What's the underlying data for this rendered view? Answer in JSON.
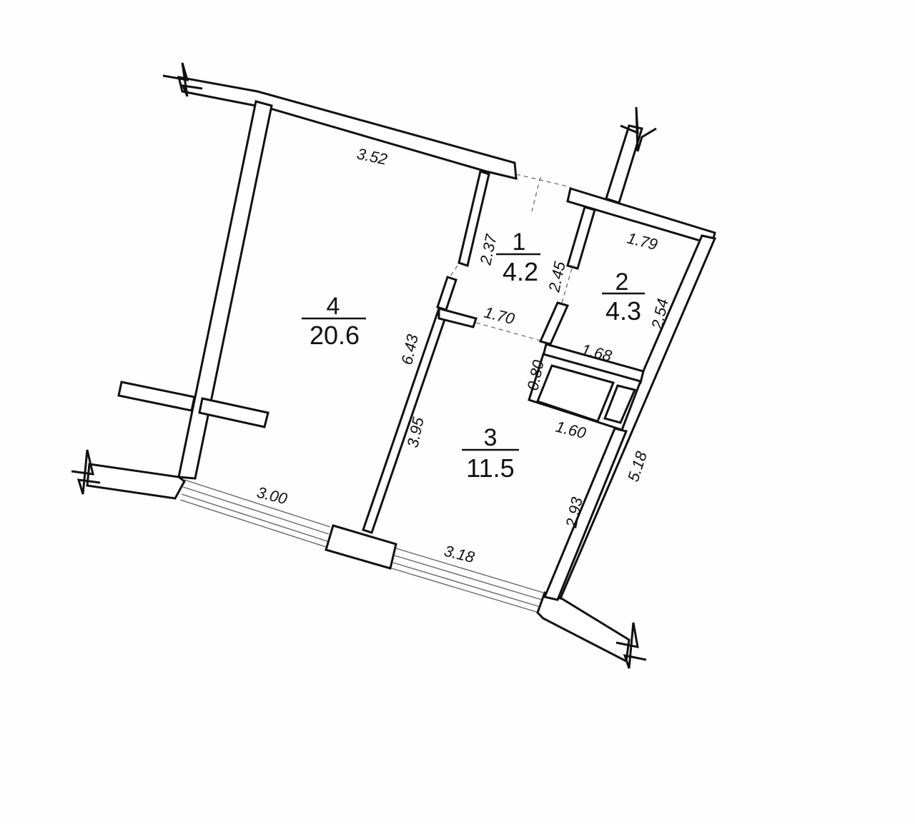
{
  "rooms": [
    {
      "number": "1",
      "area": "4.2"
    },
    {
      "number": "2",
      "area": "4.3"
    },
    {
      "number": "3",
      "area": "11.5"
    },
    {
      "number": "4",
      "area": "20.6"
    }
  ],
  "dimensions": {
    "room4_top": "3.52",
    "room4_left": "6.43",
    "window_left": "3.00",
    "room1_left": "2.37",
    "room1_right": "2.45",
    "room1_bottom": "1.70",
    "room2_top": "1.79",
    "room2_right": "2.54",
    "room2_bottom": "1.68",
    "niche_height": "0.80",
    "niche_width": "1.60",
    "room3_left": "3.95",
    "room3_right": "2.93",
    "window_right": "3.18",
    "outer_right": "5.18"
  },
  "colors": {
    "line": "#111111",
    "background": "#fefefe"
  }
}
